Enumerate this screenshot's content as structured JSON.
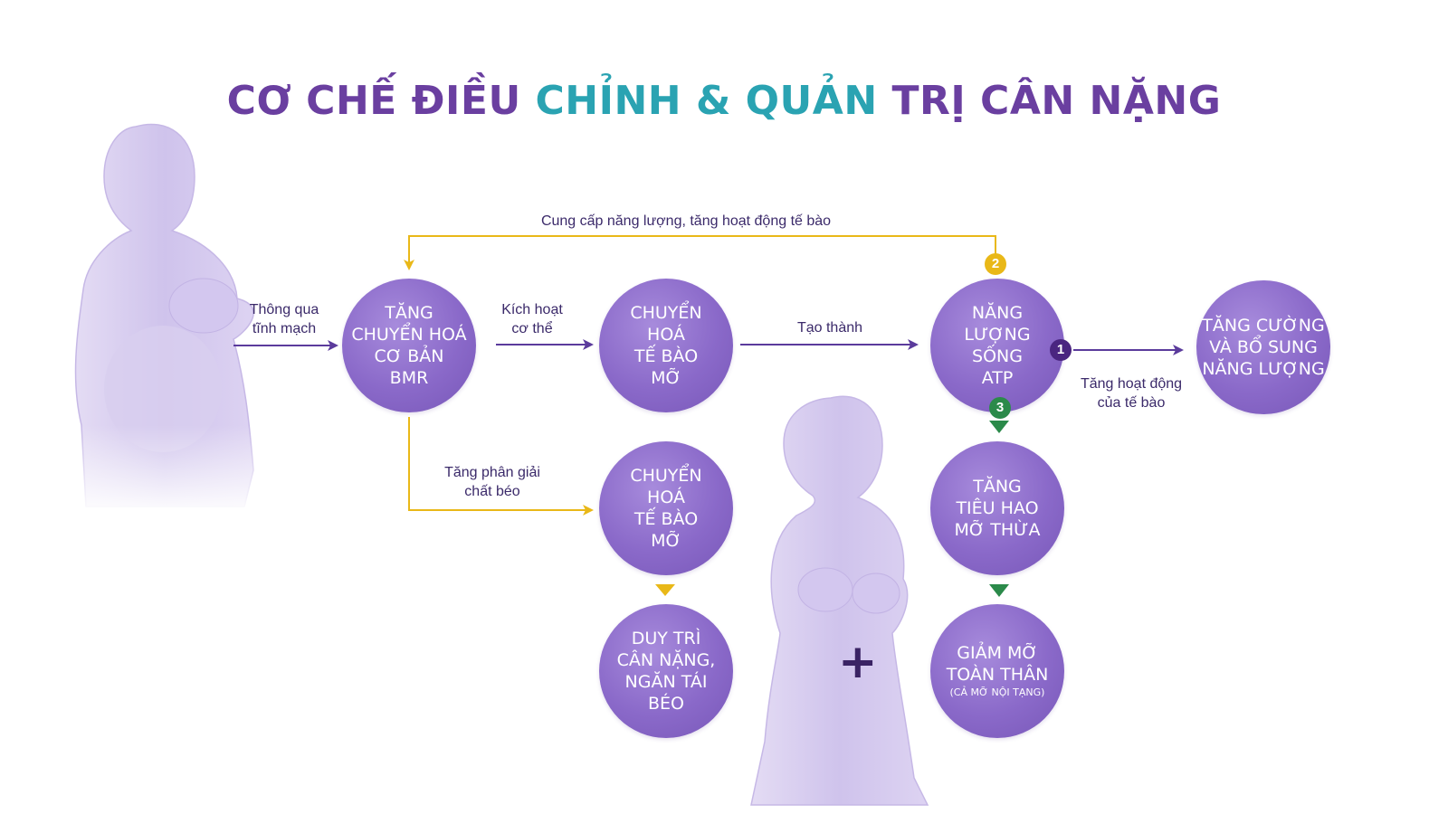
{
  "title": {
    "part1": "CƠ CHẾ ĐIỀU ",
    "part2": "CHỈNH & QUẢN",
    "part3": " TRỊ CÂN NẶNG"
  },
  "colors": {
    "purple": "#6a3fa0",
    "teal": "#2aa3b2",
    "node": "#8a69c9",
    "arrow_purple": "#5b3b9c",
    "arrow_yellow": "#e9b818",
    "arrow_green": "#2b8a4a"
  },
  "nodes": {
    "bmr": [
      "TĂNG",
      "CHUYỂN HOÁ",
      "CƠ BẢN",
      "BMR"
    ],
    "fat_cell_1": [
      "CHUYỂN",
      "HOÁ",
      "TẾ BÀO",
      "MỠ"
    ],
    "atp": [
      "NĂNG",
      "LƯỢNG",
      "SỐNG",
      "ATP"
    ],
    "energy": [
      "TĂNG CƯỜNG",
      "VÀ BỔ SUNG",
      "NĂNG LƯỢNG"
    ],
    "fat_cell_2": [
      "CHUYỂN",
      "HOÁ",
      "TẾ BÀO",
      "MỠ"
    ],
    "burn_fat": [
      "TĂNG",
      "TIÊU HAO",
      "MỠ THỪA"
    ],
    "maintain": [
      "DUY TRÌ",
      "CÂN NẶNG,",
      "NGĂN TÁI",
      "BÉO"
    ],
    "reduce_fat": [
      "GIẢM MỠ",
      "TOÀN THÂN"
    ],
    "reduce_fat_sub": "(CẢ MỠ NỘI TẠNG)"
  },
  "labels": {
    "vein": [
      "Thông qua",
      "tĩnh mạch"
    ],
    "activate": [
      "Kích hoạt",
      "cơ thể"
    ],
    "form": "Tạo thành",
    "supply": "Cung cấp năng lượng, tăng hoạt động tế bào",
    "lipolysis": [
      "Tăng phân giải",
      "chất béo"
    ],
    "cell_activity": [
      "Tăng hoạt động",
      "của tế bào"
    ]
  },
  "badges": {
    "b1": "1",
    "b2": "2",
    "b3": "3"
  },
  "icons": {
    "plus": "+"
  }
}
